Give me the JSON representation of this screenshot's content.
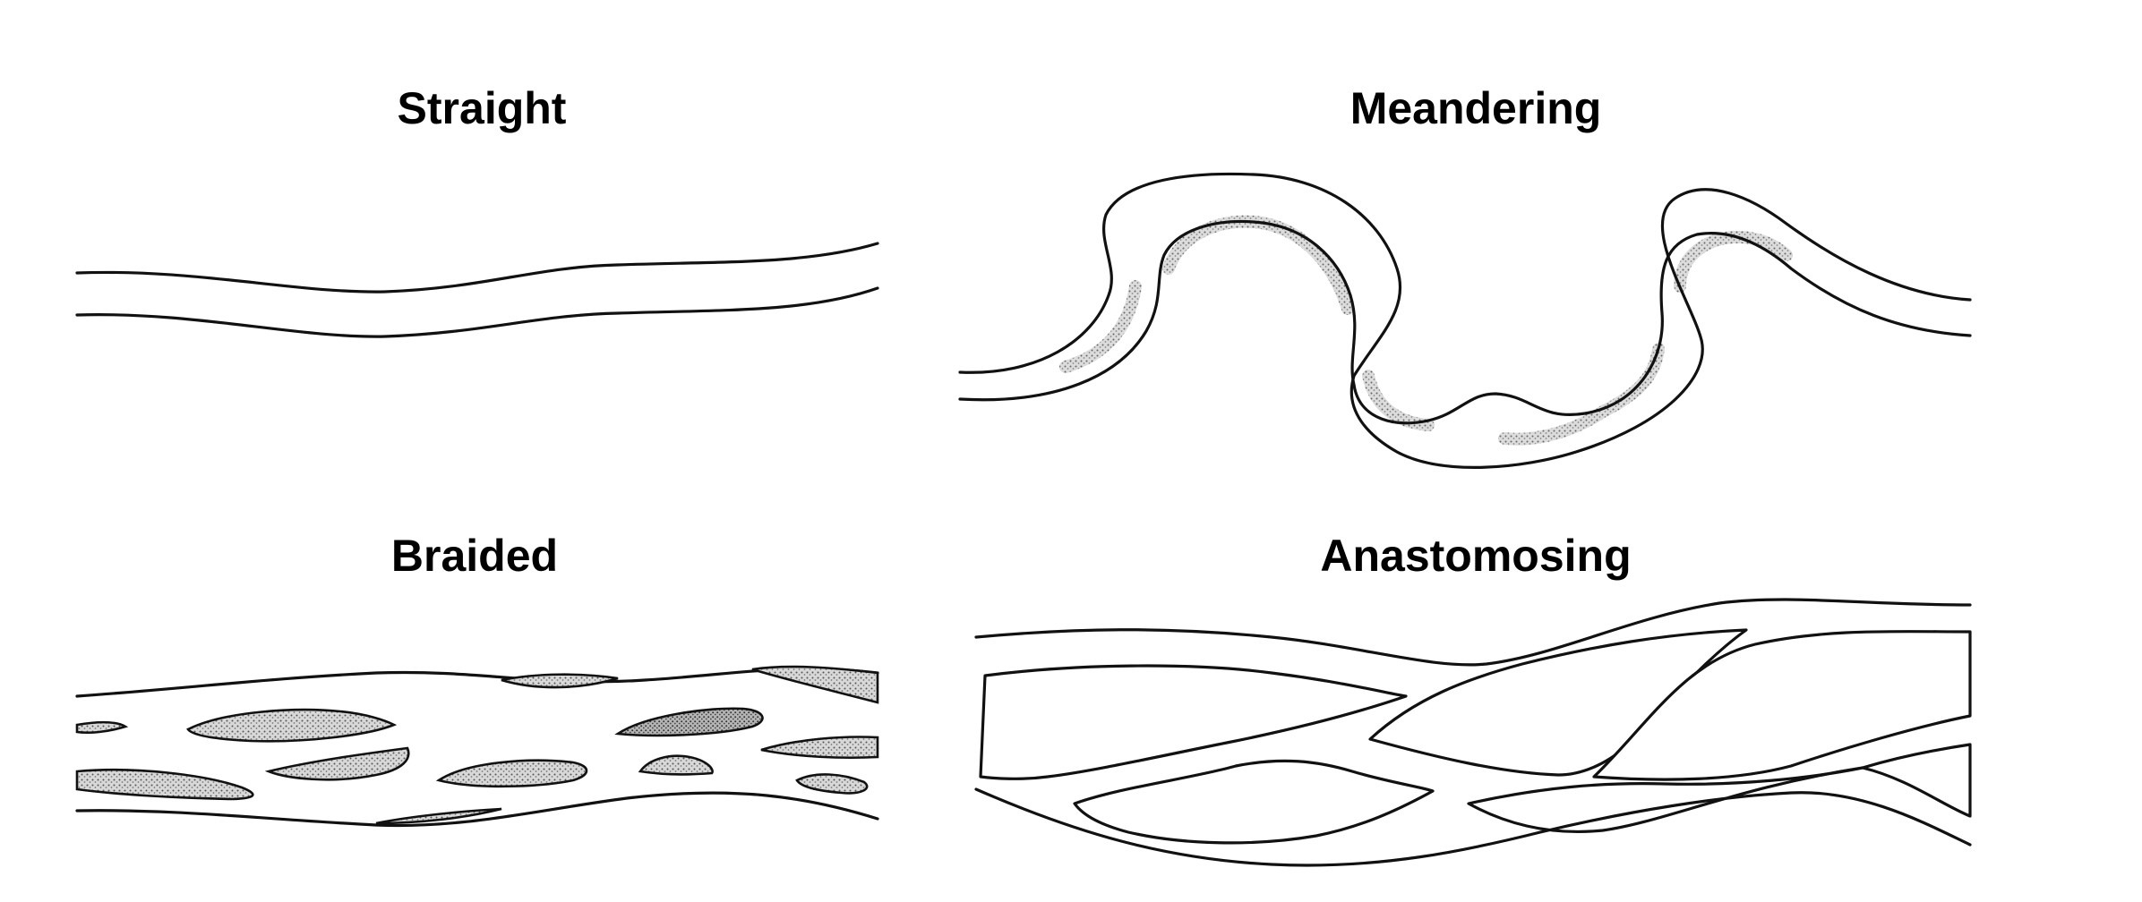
{
  "panels": {
    "straight": {
      "title": "Straight"
    },
    "meandering": {
      "title": "Meandering"
    },
    "braided": {
      "title": "Braided"
    },
    "anastomosing": {
      "title": "Anastomosing"
    }
  },
  "colors": {
    "line": "#111111",
    "stipple": "#9a9a9a",
    "background": "#ffffff"
  }
}
